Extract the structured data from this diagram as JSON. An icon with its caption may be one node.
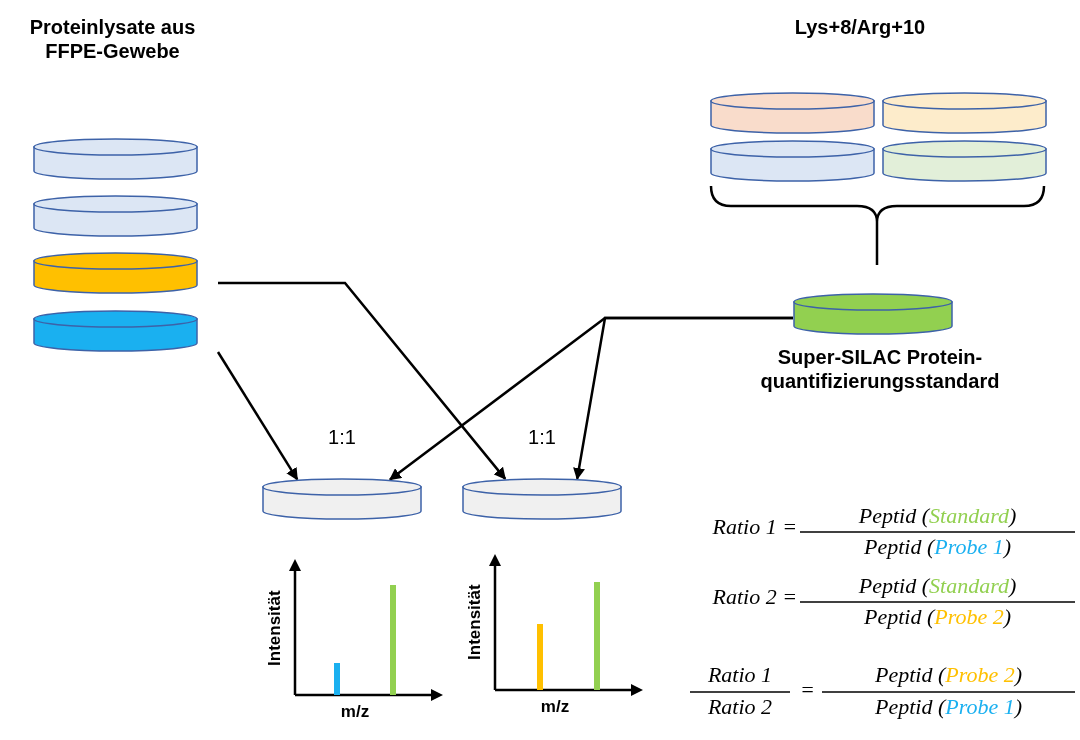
{
  "diagram": {
    "nodes": [
      {
        "text": [],
        "shape": "cylinder"
      },
      {
        "text": [],
        "shape": "cylinder"
      },
      {
        "text": [],
        "shape": "cylinder"
      },
      {
        "text": [],
        "shape": "cylinder"
      },
      {
        "text": [],
        "shape": "cylinder"
      },
      {
        "text": [],
        "shape": "cylinder"
      },
      {
        "text": [],
        "shape": "cylinder"
      },
      {
        "text": [],
        "shape": "cylinder"
      },
      {
        "text": [],
        "shape": "cylinder",
        "beside": [
          "Super-SILAC Protein-quantifizierungsstandard"
        ]
      },
      {
        "text": [],
        "shape": "cylinder",
        "beside": [
          "1:1"
        ]
      },
      {
        "text": [],
        "shape": "cylinder",
        "beside": [
          "1:1"
        ]
      }
    ],
    "edges": [
      {
        "from": 3,
        "to": 9,
        "arrow": "to"
      },
      {
        "from": 2,
        "to": 10,
        "arrow": "to"
      },
      {
        "from": 8,
        "to": 9,
        "arrow": "to"
      },
      {
        "from": 8,
        "to": 10,
        "arrow": "to"
      }
    ],
    "labels": [
      "Proteinlysate aus FFPE-Gewebe",
      "Lys+8/Arg+10",
      "Intensität",
      "m/z",
      "Intensität",
      "m/z",
      "Ratio 1 =",
      "Peptid (Standard)",
      "Peptid (Probe 1)",
      "Ratio 2 =",
      "Peptid (Standard)",
      "Peptid (Probe 2)",
      "Ratio 1",
      "Ratio 2",
      "=",
      "Peptid (Probe 2)",
      "Peptid (Probe 1)"
    ]
  }
}
